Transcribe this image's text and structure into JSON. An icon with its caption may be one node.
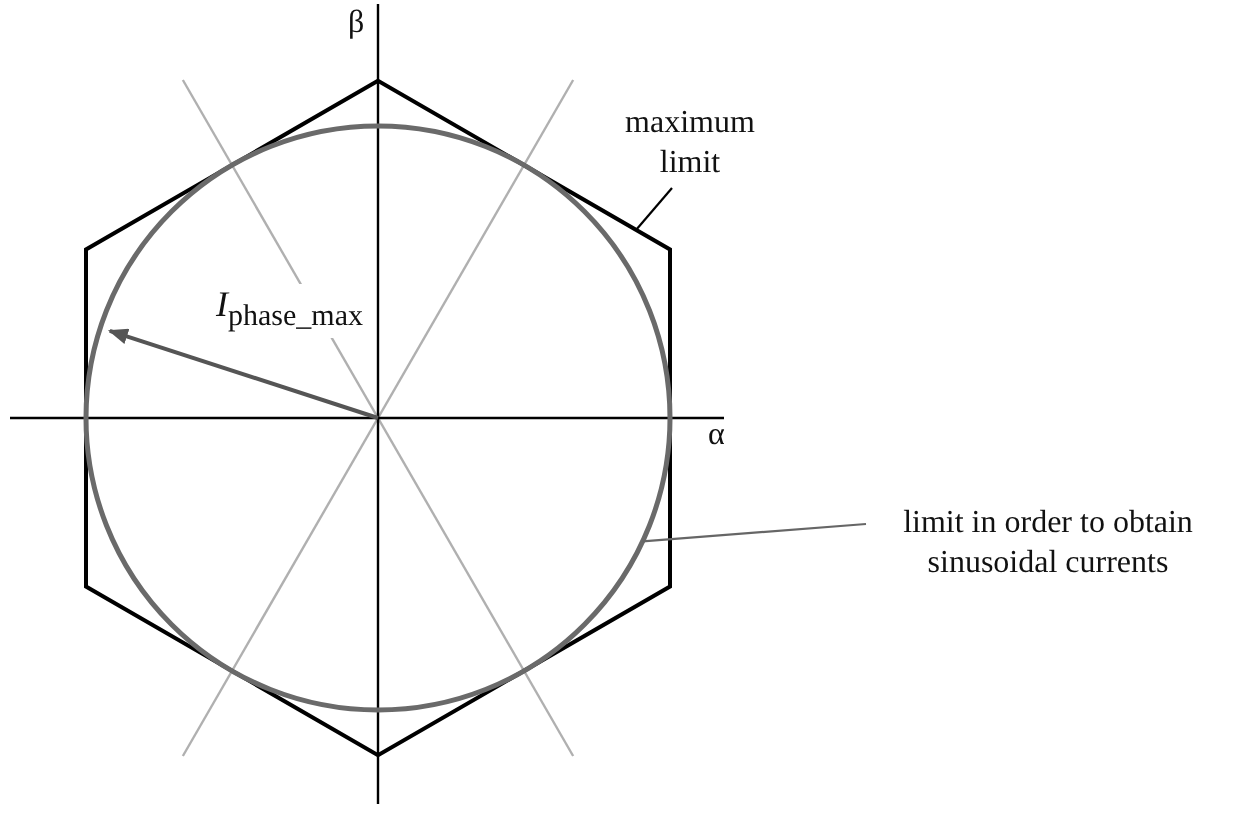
{
  "diagram": {
    "nodes": [
      {
        "text": [
          "maximum limit"
        ]
      },
      {
        "text": [],
        "shape": "hexagon"
      },
      {
        "text": [
          "limit in order to obtain sinusoidal currents"
        ]
      },
      {
        "text": [],
        "shape": "circle",
        "in": 1
      }
    ],
    "edges": [
      {
        "from": 0,
        "to": 1,
        "arrow": "none",
        "color": "#000000"
      },
      {
        "from": 2,
        "to": 3,
        "arrow": "none",
        "color": "#666666"
      }
    ],
    "labels": [
      "β",
      "α",
      "*I*$_{phase_max}$"
    ]
  }
}
